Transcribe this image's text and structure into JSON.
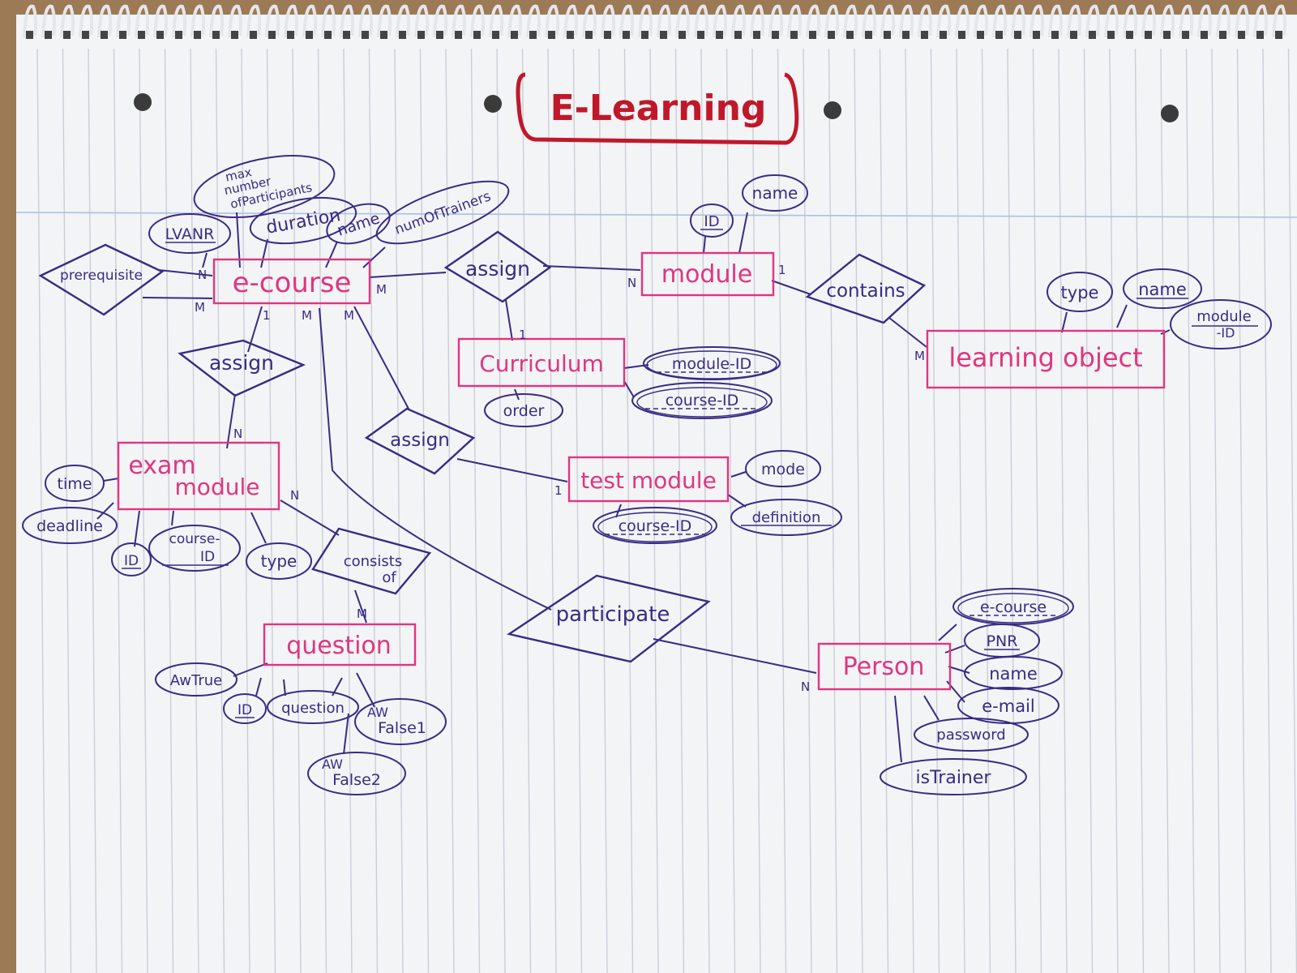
{
  "title": "E-Learning",
  "colors": {
    "paper": "#f3f4f6",
    "rule_line": "#c9ced6",
    "margin_line": "#a9c1e0",
    "entity_ink": "#e0357f",
    "relation_ink": "#3a2a85",
    "title_ink": "#c0182a",
    "ring": "#e6e6ea"
  },
  "entities": {
    "ecourse": "e-course",
    "module": "module",
    "curriculum": "Curriculum",
    "learning_object": "learning object",
    "exam_module_1": "exam",
    "exam_module_2": "module",
    "test_module": "test module",
    "question": "question",
    "person": "Person"
  },
  "relationships": {
    "prerequisite": "prerequisite",
    "assign_module": "assign",
    "contains": "contains",
    "assign_exam": "assign",
    "assign_test": "assign",
    "consists_1": "consists",
    "consists_2": "of",
    "participate": "participate"
  },
  "attributes": {
    "lvanr": "LVANR",
    "max_1": "max",
    "max_2": "number",
    "max_3": "ofParticipants",
    "duration": "duration",
    "ecourse_name": "name",
    "num_trainers": "numOfTrainers",
    "module_id": "ID",
    "module_name": "name",
    "lo_type": "type",
    "lo_name": "name",
    "lo_module_id_1": "module",
    "lo_module_id_2": "-ID",
    "cur_module_id": "module-ID",
    "cur_course_id": "course-ID",
    "cur_order": "order",
    "exam_time": "time",
    "exam_deadline": "deadline",
    "exam_id": "ID",
    "exam_course_id_1": "course-",
    "exam_course_id_2": "ID",
    "exam_type": "type",
    "test_mode": "mode",
    "test_definition": "definition",
    "test_course_id": "course-ID",
    "q_awtrue": "AwTrue",
    "q_id": "ID",
    "q_question": "question",
    "q_awfalse1_1": "AW",
    "q_awfalse1_2": "False1",
    "q_awfalse2_1": "AW",
    "q_awfalse2_2": "False2",
    "p_ecourse": "e-course",
    "p_pnr": "PNR",
    "p_name": "name",
    "p_email": "e-mail",
    "p_password": "password",
    "p_istrainer": "isTrainer"
  },
  "cardinalities": {
    "pre_n": "N",
    "pre_m": "M",
    "ec_assign_m": "M",
    "mod_assign_n": "N",
    "mod_contains_1": "1",
    "lo_m": "M",
    "cur_1": "1",
    "ec_exam_1": "1",
    "ec_test_m": "M",
    "ec_part_m": "M",
    "exam_n": "N",
    "test_1": "1",
    "exam_consists_n": "N",
    "question_m": "M",
    "person_n": "N"
  }
}
